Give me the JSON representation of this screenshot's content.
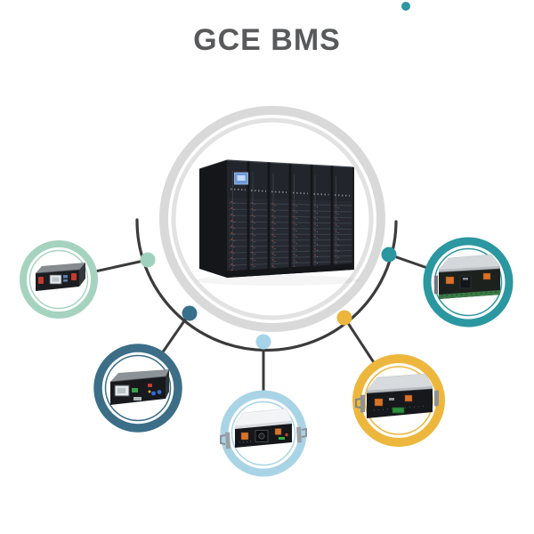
{
  "header": {
    "title": "GCE BMS",
    "title_color": "#58595b",
    "accent_dot_color": "#2b97a0"
  },
  "diagram": {
    "connector_color": "#3b3b3b",
    "center": {
      "name": "battery-cabinet-cluster",
      "ring_color": "#d9d9d9",
      "inner_ring_color": "#e2e2e2",
      "cabinet_screen_color": "#6d98db",
      "bays": 6
    },
    "nodes": [
      {
        "name": "bms-unit-2u",
        "position": "left",
        "ring_color": "#a5d3c0",
        "dot_color": "#9fd2bc"
      },
      {
        "name": "bms-unit-3u-lcd",
        "position": "lower-left",
        "ring_color": "#3c6e88",
        "dot_color": "#38708c"
      },
      {
        "name": "bms-unit-3u-control",
        "position": "bottom",
        "ring_color": "#a9d4e6",
        "dot_color": "#a6d3e7"
      },
      {
        "name": "bms-unit-4u",
        "position": "lower-right",
        "ring_color": "#edb73d",
        "dot_color": "#ecb63c"
      },
      {
        "name": "bms-unit-4u-dual",
        "position": "right",
        "ring_color": "#2b97a0",
        "dot_color": "#2b97a0"
      }
    ]
  }
}
